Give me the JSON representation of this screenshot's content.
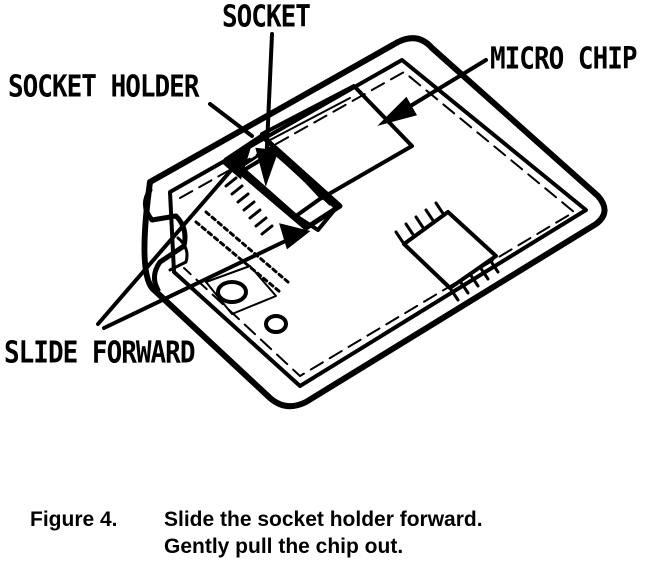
{
  "labels": {
    "socket": "SOCKET",
    "micro_chip": "MICRO CHIP",
    "socket_holder": "SOCKET HOLDER",
    "slide_forward": "SLIDE FORWARD"
  },
  "caption": {
    "number": "Figure 4.",
    "text": "Slide the socket holder forward.  Gently pull the chip out."
  },
  "colors": {
    "ink": "#000000",
    "paper": "#ffffff"
  }
}
